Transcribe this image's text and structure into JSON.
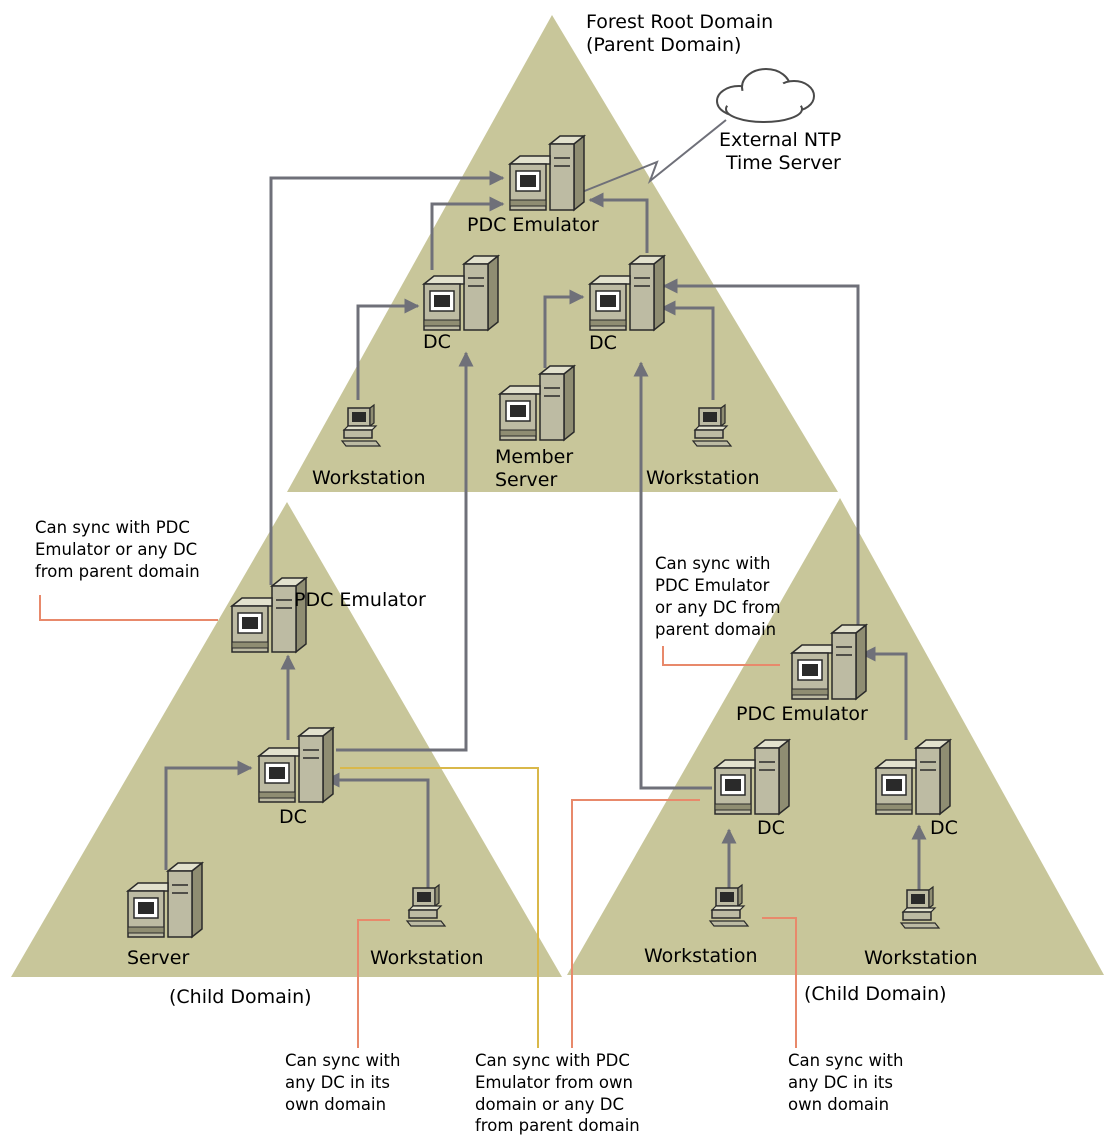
{
  "colors": {
    "domain_fill": "#c8c69a",
    "arrow": "#6f7079",
    "note_line": "#e8896b",
    "note_line_gold": "#d9b84a",
    "device_body": "#bdbba3",
    "device_dark": "#2a2a2a"
  },
  "icons": {
    "server": "server-tower-icon",
    "workstation": "workstation-computer-icon",
    "cloud": "cloud-icon"
  },
  "forest": {
    "title_line1": "Forest Root Domain",
    "title_line2": "(Parent Domain)",
    "external_line1": "External NTP",
    "external_line2": "Time Server",
    "pdc": "PDC Emulator",
    "dc_left": "DC",
    "dc_right": "DC",
    "workstation_left": "Workstation",
    "member_line1": "Member",
    "member_line2": "Server",
    "workstation_right": "Workstation"
  },
  "child_left": {
    "caption": "(Child Domain)",
    "pdc": "PDC Emulator",
    "dc": "DC",
    "server": "Server",
    "workstation": "Workstation"
  },
  "child_right": {
    "caption": "(Child Domain)",
    "pdc": "PDC Emulator",
    "dc_left": "DC",
    "dc_right": "DC",
    "workstation_left": "Workstation",
    "workstation_right": "Workstation"
  },
  "notes": {
    "left_pdc": [
      "Can sync with PDC",
      "Emulator or any DC",
      "from parent domain"
    ],
    "right_pdc": [
      "Can sync with",
      "PDC Emulator",
      "or any DC from",
      "parent domain"
    ],
    "bottom_left": [
      "Can sync with",
      "any DC in its",
      "own domain"
    ],
    "bottom_middle": [
      "Can sync with PDC",
      "Emulator from own",
      "domain or any DC",
      "from parent domain"
    ],
    "bottom_right": [
      "Can sync with",
      "any DC in its",
      "own domain"
    ]
  }
}
